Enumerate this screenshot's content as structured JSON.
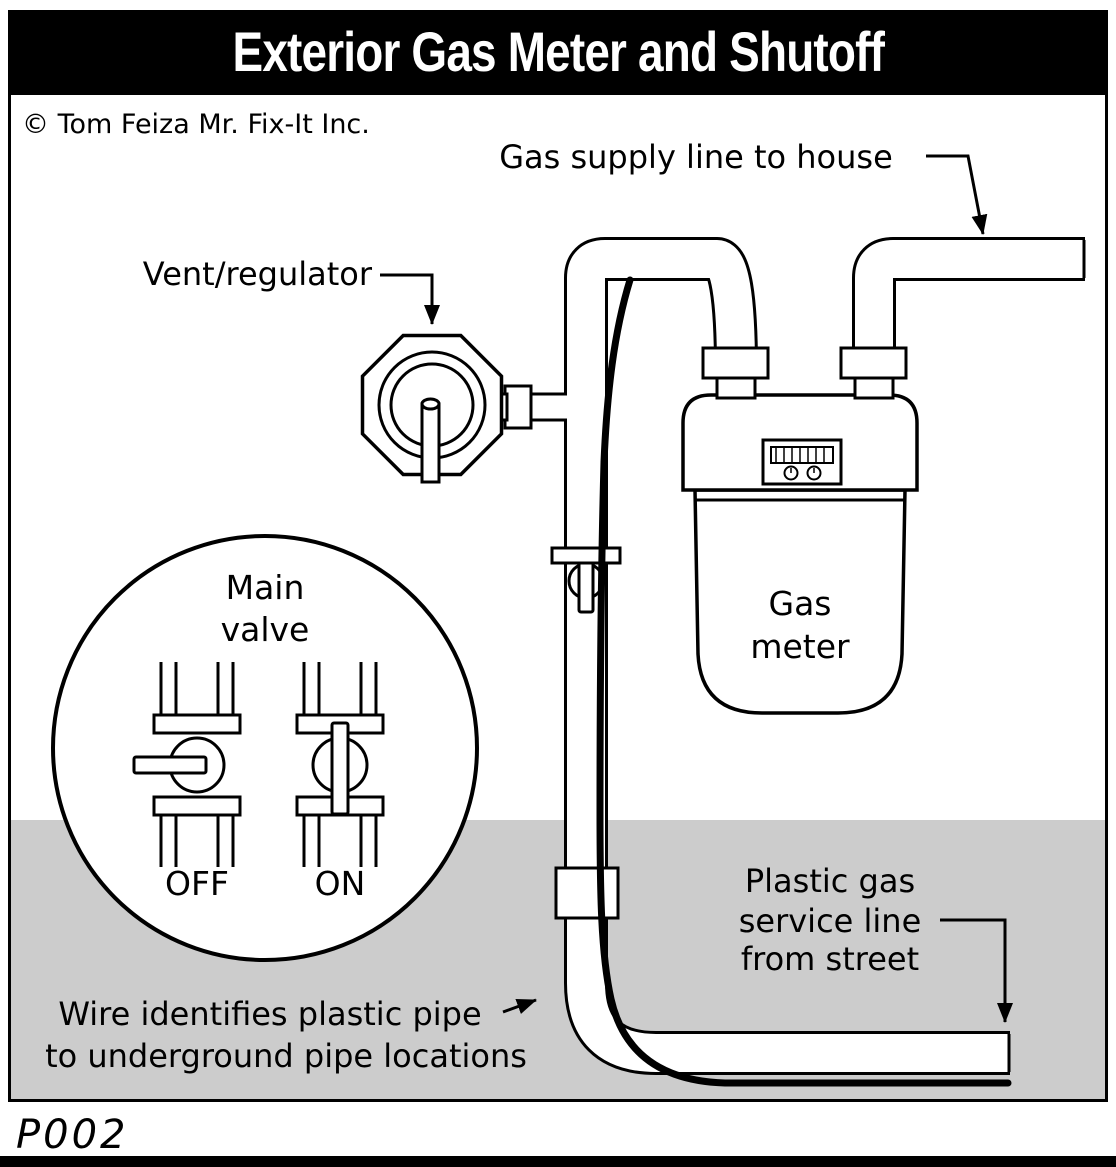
{
  "title": "Exterior Gas Meter and Shutoff",
  "copyright": "© Tom Feiza Mr. Fix-It Inc.",
  "code": "P002",
  "labels": {
    "gas_supply_line": "Gas supply line to house",
    "vent_regulator": "Vent/regulator",
    "main_valve_line1": "Main",
    "main_valve_line2": "valve",
    "valve_off": "OFF",
    "valve_on": "ON",
    "gas_meter_line1": "Gas",
    "gas_meter_line2": "meter",
    "plastic_service_line1": "Plastic gas",
    "plastic_service_line2": "service line",
    "plastic_service_line3": "from street",
    "wire_note_line1": "Wire identifies plastic pipe",
    "wire_note_line2": "to underground pipe locations"
  },
  "colors": {
    "ground": "#cccccc",
    "ink": "#000000",
    "paper": "#ffffff"
  }
}
